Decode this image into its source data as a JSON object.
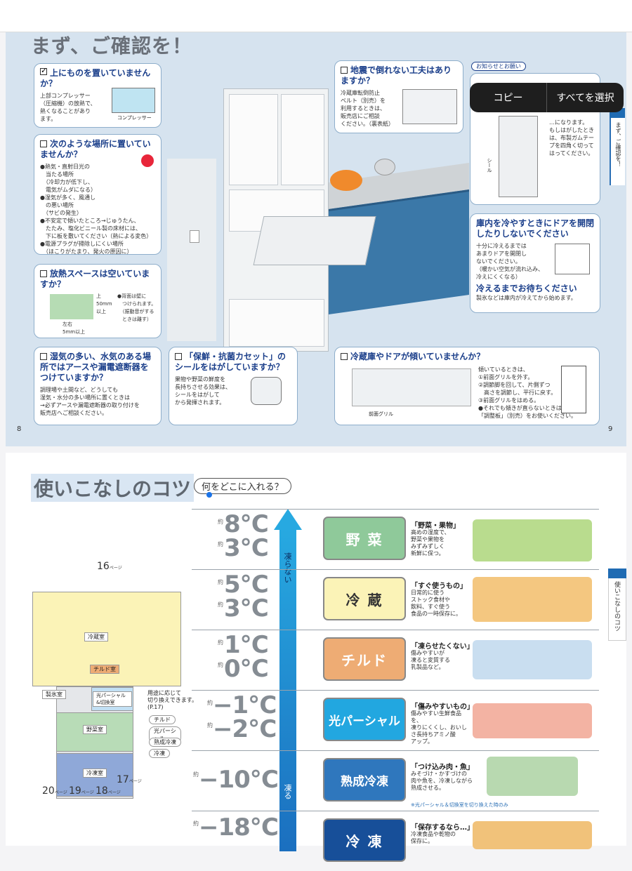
{
  "popup": {
    "copy": "コピー",
    "select_all": "すべてを選択"
  },
  "page1": {
    "title": "まず、ご確認を！",
    "page_left": "8",
    "page_right": "9",
    "side_tab": "まず、ご確認を！",
    "notice_label": "お知らせとお願い",
    "boxes": {
      "top_item": {
        "title": "上にものを置いていませんか？",
        "body": "上部コンプレッサー\n（圧縮機）の放熱で、\n熱くなることがあり\nます。",
        "label": "コンプレッサー"
      },
      "location": {
        "title": "次のような場所に置いていませんか？",
        "body": "●熱気・直射日光の\n　当たる場所\n　（冷却力が低下し、\n　電気がムダになる）\n●湿気が多く、風通し\n　の悪い場所\n　（サビの発生）\n●不安定で傾いたところ→じゅうたん、\n　たたみ、塩化ビニール製の床材には、\n　下に板を敷いてください（熱による変色）\n●電源プラグが掃除しにくい場所\n　（ほこりがたまり、発火の原因に）"
      },
      "space": {
        "title": "放熱スペースは空いていますか？",
        "up": "上\n50mm\n以上",
        "body": "●背面は壁に\n　つけられます。\n　（振動音がする\n　ときは離す）",
        "lr": "左右\n5mm以上"
      },
      "earth": {
        "title": "湿気の多い、水気のある場所ではアースや漏電遮断器をつけていますか？",
        "body": "調理場や土間など、どうしても\n湿気・水分の多い場所に置くときは\n→必ずアースや漏電遮断器の取り付けを\n販売店へご相談ください。"
      },
      "seal": {
        "title": "「保鮮・抗菌カセット」のシールをはがしていますか？",
        "body": "果物や野菜の鮮度を\n長持ちさせる効果は、\nシールをはがして\nから発揮されます。"
      },
      "quake": {
        "title": "地震で倒れない工夫はありますか？",
        "body": "冷蔵庫転倒防止\nベルト（別売）を\n利用するときは、\n販売店にご相談\nください。（裏表紙）"
      },
      "tilt": {
        "title": "冷蔵庫やドアが傾いていませんか？",
        "body": "傾いているときは、\n①前面グリルを外す。\n②調節脚を回して、片側ずつ\n　高さを調節し、平行に戻す。\n③前面グリルをはめる。\n●それでも傾きが直らないときは\n「調整板」（別売）をお使いください。",
        "grille": "前面グリル"
      },
      "notice": {
        "body": "…になります。\nもしはがしたとき\nは、布製ガムテー\nプを四角く切って\nはってください。",
        "seal": "シール"
      },
      "door": {
        "title": "庫内を冷やすときにドアを開閉したりしないでください",
        "body": "十分に冷えるまでは\nあまりドアを開閉し\nないでください。\n（暖かい空気が流れ込み、\n冷えにくくなる）",
        "title2": "冷えるまでお待ちください",
        "body2": "製氷などは庫内が冷えてから始めます。"
      }
    }
  },
  "page2": {
    "title": "使いこなしのコツ",
    "subtitle": "何をどこに入れる？",
    "side_tab": "使いこなしのコツ",
    "arrow_top": "凍らない",
    "arrow_bottom": "凍る",
    "note": "※光パーシャル＆切換室を切り換えた時のみ",
    "rows": [
      {
        "t1": "8℃",
        "t2": "3℃",
        "name": "野 菜",
        "quote": "「野菜・果物」",
        "desc": "高めの湿度で、\n野菜や果物を\nみずみずしく\n新鮮に保つ。",
        "bg": "#8fc99a",
        "fg": "#fff"
      },
      {
        "t1": "5℃",
        "t2": "3℃",
        "name": "冷 蔵",
        "quote": "「すぐ使うもの」",
        "desc": "日常的に使う\nストック食材や\n飲料、すぐ使う\n食品の一時保存に。",
        "bg": "#fbf3b7",
        "fg": "#333"
      },
      {
        "t1": "1℃",
        "t2": "0℃",
        "name": "チルド",
        "quote": "「凍らせたくない」",
        "desc": "傷みやすいが\n凍ると変質する\n乳製品など。",
        "bg": "#eeac74",
        "fg": "#fff"
      },
      {
        "t1": "−1℃",
        "t2": "−2℃",
        "name": "光パーシャル",
        "quote": "「傷みやすいもの」",
        "desc": "傷みやすい生鮮食品を、\n凍りにくくし、おいし\nさ長持ちアミノ酸\nアップ。",
        "bg": "#22a7e0",
        "fg": "#fff"
      },
      {
        "t1": "−10℃",
        "t2": "",
        "name": "熟成冷凍",
        "quote": "「つけ込み肉・魚」",
        "desc": "みそづけ・かすづけの\n肉や魚を、冷凍しながら\n熟成させる。",
        "bg": "#2f77bd",
        "fg": "#fff"
      },
      {
        "t1": "−18℃",
        "t2": "",
        "name": "冷 凍",
        "quote": "「保存するなら…」",
        "desc": "冷凍食品や乾物の\n保存に。",
        "bg": "#174f99",
        "fg": "#fff"
      }
    ],
    "fridge": {
      "reizo": "冷蔵室",
      "chilled": "チルド室",
      "ice": "製氷室",
      "partial": "光パーシャル&切換室",
      "veg": "野菜室",
      "freezer": "冷凍室",
      "mode_note": "用途に応じて\n切り換えできます。\n(P.17)",
      "modes": [
        "チルド",
        "光パーシャル",
        "熟成冷凍",
        "冷凍"
      ],
      "calls": {
        "c16": "16",
        "c17": "17",
        "c18": "18",
        "c19": "19",
        "c20": "20"
      },
      "page_suffix": "ページ"
    }
  },
  "colors": {
    "accent": "#1f6bb3",
    "page_bg": "#d6e3ef",
    "box_border": "#8eaecb",
    "heading": "#1a3e8a"
  }
}
